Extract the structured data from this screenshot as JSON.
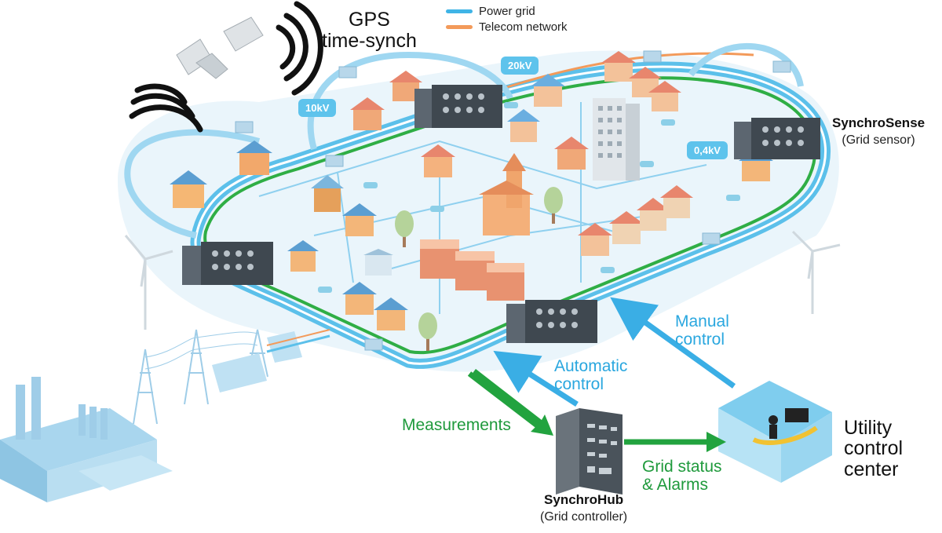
{
  "gps": {
    "line1": "GPS",
    "line2": "time-synch"
  },
  "legend": [
    {
      "label": "Power grid",
      "color": "#3fb4e6"
    },
    {
      "label": "Telecom network",
      "color": "#f39a5a"
    }
  ],
  "voltages": {
    "v10": "10kV",
    "v20": "20kV",
    "v04": "0,4kV"
  },
  "synchrosense": {
    "name": "SynchroSense",
    "role": "(Grid sensor)"
  },
  "synchrohub": {
    "name": "SynchroHub",
    "role": "(Grid controller)"
  },
  "flows": {
    "manual": {
      "line1": "Manual",
      "line2": "control"
    },
    "automatic": {
      "line1": "Automatic",
      "line2": "control"
    },
    "measurements": "Measurements",
    "status": {
      "line1": "Grid status",
      "line2": "& Alarms"
    }
  },
  "control_center": {
    "line1": "Utility",
    "line2": "control",
    "line3": "center"
  },
  "colors": {
    "power": "#3fb4e6",
    "telecom": "#f39a5a",
    "measure": "#22a33f",
    "control": "#3aaee5",
    "ground": "#e4f2fa"
  }
}
